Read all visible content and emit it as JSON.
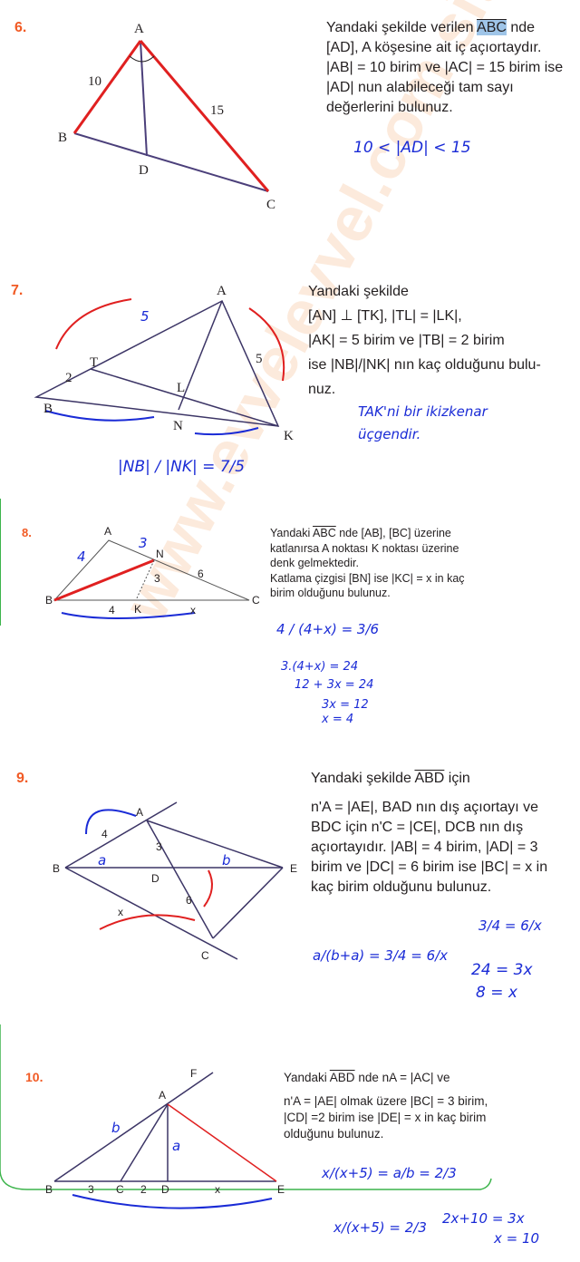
{
  "watermark": "www.evvelevvel.com sitemizi ziyaret ediniz",
  "problems": [
    {
      "number": "6.",
      "text_pre": "Yandaki şekilde verilen ",
      "angle": "ABC",
      "text_post": " nde [AD], A köşesine ait iç açıortaydır. |AB| = 10 birim ve |AC| = 15 birim ise |AD| nun alabileceği tam sayı değerlerini bulunuz.",
      "labels": {
        "A": "A",
        "B": "B",
        "C": "C",
        "D": "D",
        "ab": "10",
        "ac": "15"
      },
      "handwritten": [
        "10 < |AD| < 15"
      ]
    },
    {
      "number": "7.",
      "line1": "Yandaki şekilde",
      "line2": "[AN] ⊥ [TK], |TL| = |LK|,",
      "line3": "|AK| = 5 birim ve |TB| = 2 birim",
      "line4": "ise |NB|/|NK| nın kaç olduğunu bulu-",
      "line5": "nuz.",
      "labels": {
        "A": "A",
        "B": "B",
        "T": "T",
        "L": "L",
        "N": "N",
        "K": "K",
        "tb": "2",
        "ak": "5"
      },
      "handwritten": [
        "5",
        "TAK'ni bir ikizkenar",
        "üçgendir.",
        "|NB| / |NK| = 7/5"
      ]
    },
    {
      "number": "8.",
      "angle": "ABC",
      "text_pre": "Yandaki ",
      "text_post": " nde [AB], [BC] üzerine katlanırsa A noktası K noktası üzerine denk gelmektedir.",
      "text2": "Katlama çizgisi [BN] ise |KC| = x in kaç birim olduğunu bulunuz.",
      "labels": {
        "A": "A",
        "B": "B",
        "N": "N",
        "K": "K",
        "C": "C",
        "nc": "6",
        "nk": "3",
        "bk": "4",
        "kc": "x"
      },
      "handwritten": [
        "4",
        "3",
        "4 / (4+x) = 3/6",
        "3.(4+x) = 24",
        "12 + 3x = 24",
        "3x = 12",
        "x = 4"
      ]
    },
    {
      "number": "9.",
      "line1_pre": "Yandaki şekilde ",
      "angle": "ABD",
      "line1_post": " için",
      "text": "n'A = |AE|, BAD nın dış açıortayı ve BDC için n'C = |CE|, DCB nın dış açıortayıdır. |AB| = 4 birim, |AD| = 3 birim ve |DC| = 6 birim ise |BC| = x in kaç birim olduğunu bulunuz.",
      "labels": {
        "A": "A",
        "B": "B",
        "D": "D",
        "E": "E",
        "C": "C",
        "ab": "4",
        "ad": "3",
        "dc": "6",
        "bc": "x"
      },
      "handwritten": [
        "a",
        "b",
        "a/(b+a) = 3/4 = 6/x",
        "3/4 = 6/x",
        "24 = 3x",
        "8 = x"
      ]
    },
    {
      "number": "10.",
      "angle": "ABD",
      "line1_pre": "Yandaki ",
      "line1_post": " nde nA = |AC| ve",
      "text": "n'A = |AE| olmak üzere |BC| = 3 birim, |CD| =2 birim ise |DE| = x in kaç birim olduğunu bulunuz.",
      "labels": {
        "A": "A",
        "F": "F",
        "B": "B",
        "C": "C",
        "D": "D",
        "E": "E",
        "bc": "3",
        "cd": "2",
        "de": "x"
      },
      "handwritten": [
        "b",
        "a",
        "x/(x+5) = a/b = 2/3",
        "x/(x+5) = 2/3",
        "2x+10 = 3x",
        "x = 10"
      ]
    }
  ]
}
